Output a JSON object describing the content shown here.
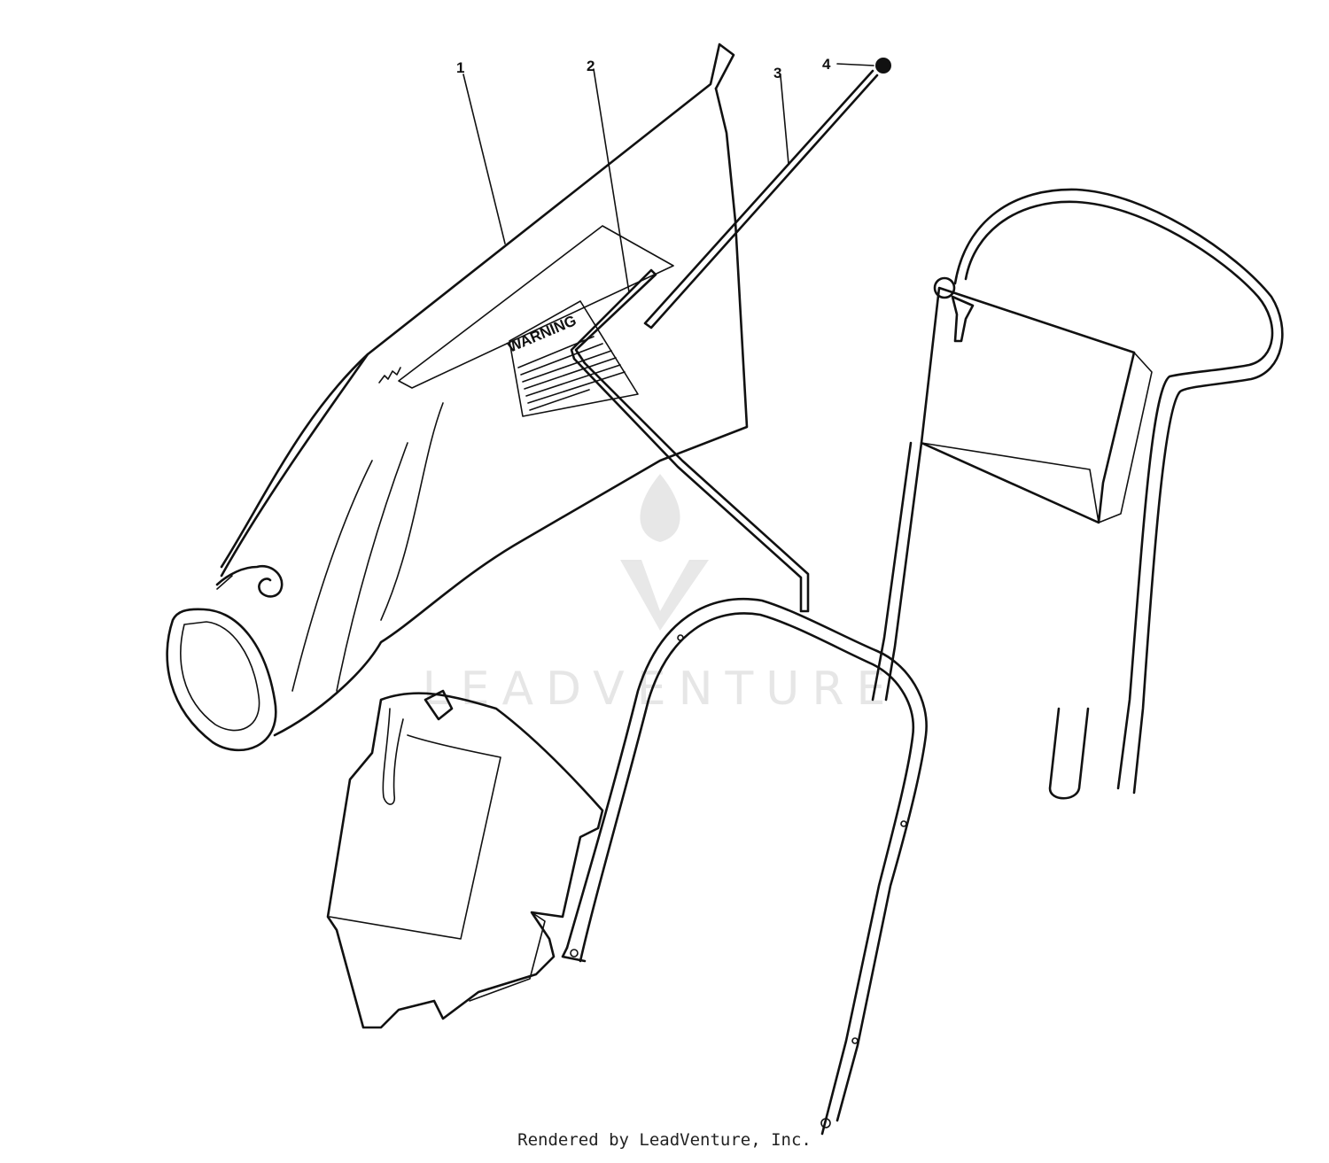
{
  "callouts": [
    "1",
    "2",
    "3",
    "4"
  ],
  "decal": {
    "text": "WARNING"
  },
  "watermark": {
    "text": "LEADVENTURE"
  },
  "footer": {
    "text": "Rendered by LeadVenture, Inc."
  }
}
